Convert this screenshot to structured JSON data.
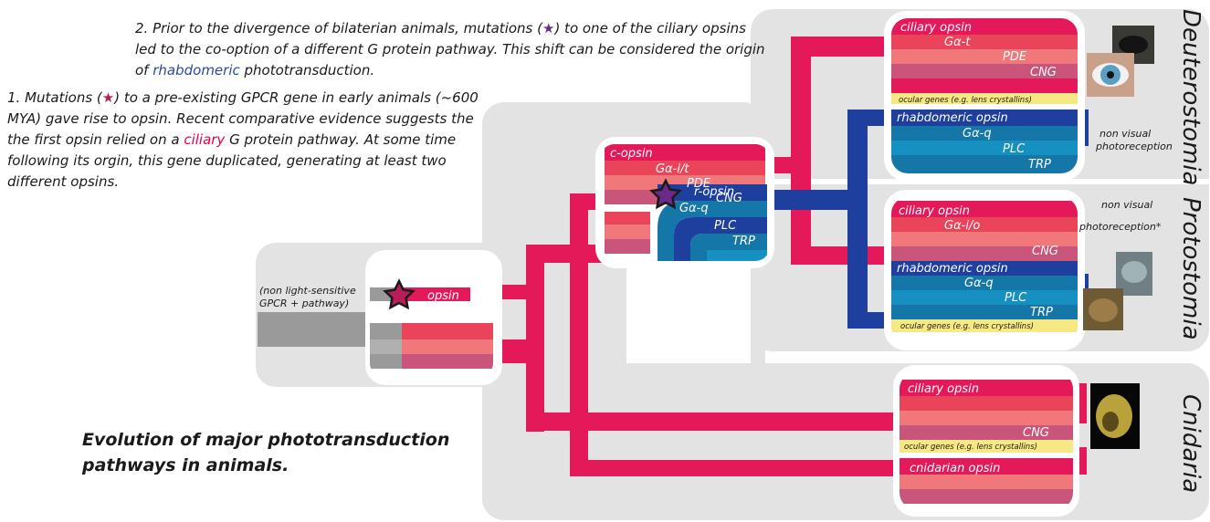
{
  "notes": {
    "note2": {
      "before": "2. Prior to the divergence of bilaterian animals, mutations (",
      "after": ") to one of the ciliary opsins led to the co-option of a different G protein pathway. This shift can be considered the origin of ",
      "highlight": "rhabdomeric",
      "end": " phototransduction."
    },
    "note1": {
      "before": "1. Mutations (",
      "after": ") to a pre-existing GPCR gene in early animals (~600 MYA) gave rise to opsin. Recent comparative evidence suggests the the first opsin relied on a ",
      "highlight": "ciliary",
      "end": " G protein pathway. At some time following its orgin, this gene duplicated, generating at least two different opsins."
    },
    "caption": "Evolution of major phototransduction pathways in animals."
  },
  "ancestor": {
    "label": "(non light-sensitive GPCR + pathway)",
    "line1": "(non light-sensitive",
    "line2": "GPCR + pathway)",
    "opsin": "opsin"
  },
  "duplication": {
    "c_opsin": "c-opsin",
    "gai_t": "Gα-i/t",
    "pde": "PDE",
    "cng": "CNG",
    "r_opsin": "r-opsin",
    "gaq": "Gα-q",
    "plc": "PLC",
    "trp": "TRP"
  },
  "deuterostomia": {
    "clade": "Deuterostomia",
    "ciliary_opsin": "ciliary opsin",
    "gat": "Gα-t",
    "pde": "PDE",
    "cng": "CNG",
    "ocular": "ocular genes (e.g. lens crystallins)",
    "rhabdomeric_opsin": "rhabdomeric opsin",
    "gaq": "Gα-q",
    "plc": "PLC",
    "trp": "TRP",
    "nonvisual_1": "non visual",
    "nonvisual_2": "photoreception"
  },
  "protostomia": {
    "clade": "Protostomia",
    "ciliary_opsin": "ciliary opsin",
    "gaio": "Gα-i/o",
    "cng": "CNG",
    "rhabdomeric_opsin": "rhabdomeric opsin",
    "gaq": "Gα-q",
    "plc": "PLC",
    "trp": "TRP",
    "ocular": "ocular genes (e.g. lens crystallins)",
    "nonvisual_1": "non visual",
    "nonvisual_2": "photoreception*"
  },
  "cnidaria": {
    "clade": "Cnidaria",
    "ciliary_opsin": "ciliary opsin",
    "cng": "CNG",
    "ocular": "ocular genes (e.g. lens crystallins)",
    "cnidarian_opsin": "cnidarian opsin"
  },
  "colors": {
    "pink": "#e4195a",
    "pink2": "#e9445a",
    "salmon": "#f0787a",
    "rose": "#c9567a",
    "blue": "#1f3f9e",
    "teal": "#1477a8",
    "teal2": "#1590c0",
    "yellow": "#f6e882",
    "grey": "#9a9a9a",
    "panel": "#e3e3e3"
  }
}
